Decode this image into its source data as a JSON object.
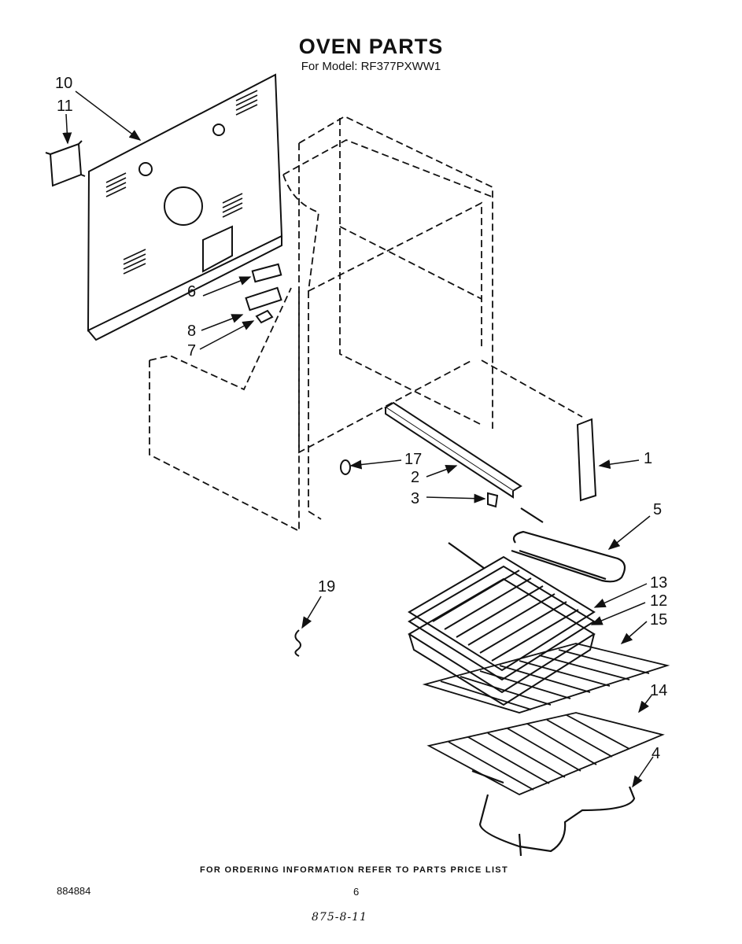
{
  "title": "OVEN PARTS",
  "model_line": "For Model: RF377PXWW1",
  "callouts": {
    "c1": "1",
    "c2": "2",
    "c3": "3",
    "c4": "4",
    "c5": "5",
    "c6": "6",
    "c7": "7",
    "c8": "8",
    "c10": "10",
    "c11": "11",
    "c12": "12",
    "c13": "13",
    "c14": "14",
    "c15": "15",
    "c17": "17",
    "c19": "19"
  },
  "footer_note": "FOR ORDERING INFORMATION REFER TO PARTS PRICE LIST",
  "doc_number": "884884",
  "page_number": "6",
  "handwritten_note": "875-8-11"
}
